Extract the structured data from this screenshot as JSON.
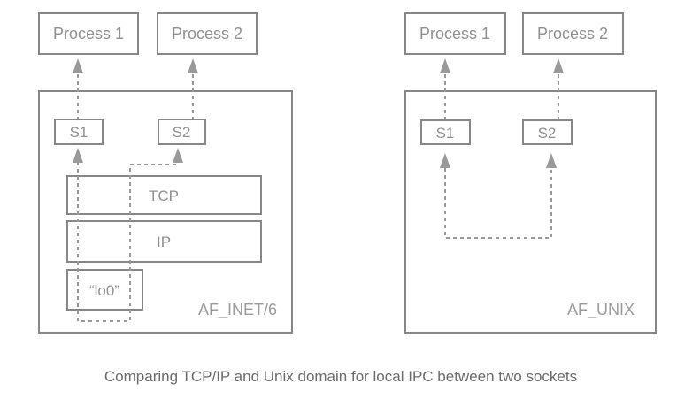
{
  "caption": "Comparing TCP/IP and Unix domain for local IPC between two sockets",
  "left": {
    "domain_label": "AF_INET/6",
    "process1": "Process 1",
    "process2": "Process 2",
    "socket1": "S1",
    "socket2": "S2",
    "tcp": "TCP",
    "ip": "IP",
    "loopback": "“lo0”"
  },
  "right": {
    "domain_label": "AF_UNIX",
    "process1": "Process 1",
    "process2": "Process 2",
    "socket1": "S1",
    "socket2": "S2"
  },
  "colors": {
    "border": "#878787",
    "dashed_line": "#999999",
    "arrow": "#999999",
    "box_text": "#909090",
    "domain_text": "#9b9b9b",
    "caption_text": "#6b6b6b",
    "background": "#ffffff"
  }
}
